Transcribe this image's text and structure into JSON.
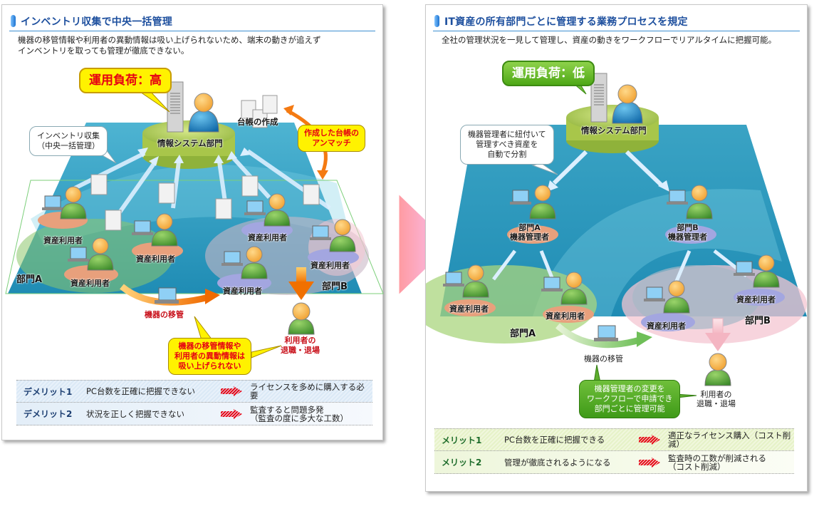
{
  "left_panel": {
    "title": "インベントリ収集で中央一括管理",
    "description": "機器の移管情報や利用者の異動情報は吸い上げられないため、端末の動きが追えず\nインベントリを取っても管理が徹底できない。",
    "load_badge": "運用負荷：高",
    "center_label": "情報システム部門",
    "ledger_label": "台帳の作成",
    "mismatch_note": "作成した台帳の\nアンマッチ",
    "inventory_note": "インベントリ収集\n（中央一括管理）",
    "user_label": "資産利用者",
    "dept_a": "部門A",
    "dept_b": "部門B",
    "transfer_label": "機器の移管",
    "retire_label": "利用者の\n退職・退場",
    "not_captured_note": "機器の移管情報や\n利用者の異動情報は\n吸い上げられない",
    "rows": [
      {
        "key": "デメリット1",
        "cause": "PC台数を正確に把握できない",
        "effect": "ライセンスを多めに購入する必要"
      },
      {
        "key": "デメリット2",
        "cause": "状況を正しく把握できない",
        "effect": "監査すると問題多発\n（監査の度に多大な工数）"
      }
    ]
  },
  "right_panel": {
    "title": "IT資産の所有部門ごとに管理する業務プロセスを規定",
    "description": "全社の管理状況を一見して管理し、資産の動きをワークフローでリアルタイムに把握可能。",
    "load_badge": "運用負荷：低",
    "center_label": "情報システム部門",
    "split_note": "機器管理者に紐付いて\n管理すべき資産を\n自動で分割",
    "manager_a": "部門A\n機器管理者",
    "manager_b": "部門B\n機器管理者",
    "user_label": "資産利用者",
    "dept_a": "部門A",
    "dept_b": "部門B",
    "transfer_label": "機器の移管",
    "retire_label": "利用者の\n退職・退場",
    "workflow_note": "機器管理者の変更を\nワークフローで申請でき\n部門ごとに管理可能",
    "rows": [
      {
        "key": "メリット1",
        "cause": "PC台数を正確に把握できる",
        "effect": "適正なライセンス購入（コスト削減）"
      },
      {
        "key": "メリット2",
        "cause": "管理が徹底されるようになる",
        "effect": "監査時の工数が削減される\n（コスト削減）"
      }
    ]
  },
  "icons": {
    "title_mark": "blue-pill-marker",
    "server": "server-tower",
    "person": "user-silhouette",
    "laptop": "laptop",
    "document": "document-sheet",
    "result_arrow": "red-hatched-arrow",
    "transition_arrow": "pink-triangle-arrow"
  },
  "colors": {
    "title_blue": "#1d4f9e",
    "accent_red": "#e60012",
    "badge_yellow": "#fff200",
    "badge_green": "#4ea816",
    "floor_blue": "#2f9bbf",
    "dept_a_green": "#8cc66b",
    "dept_b_pink": "#f4c6d2"
  }
}
